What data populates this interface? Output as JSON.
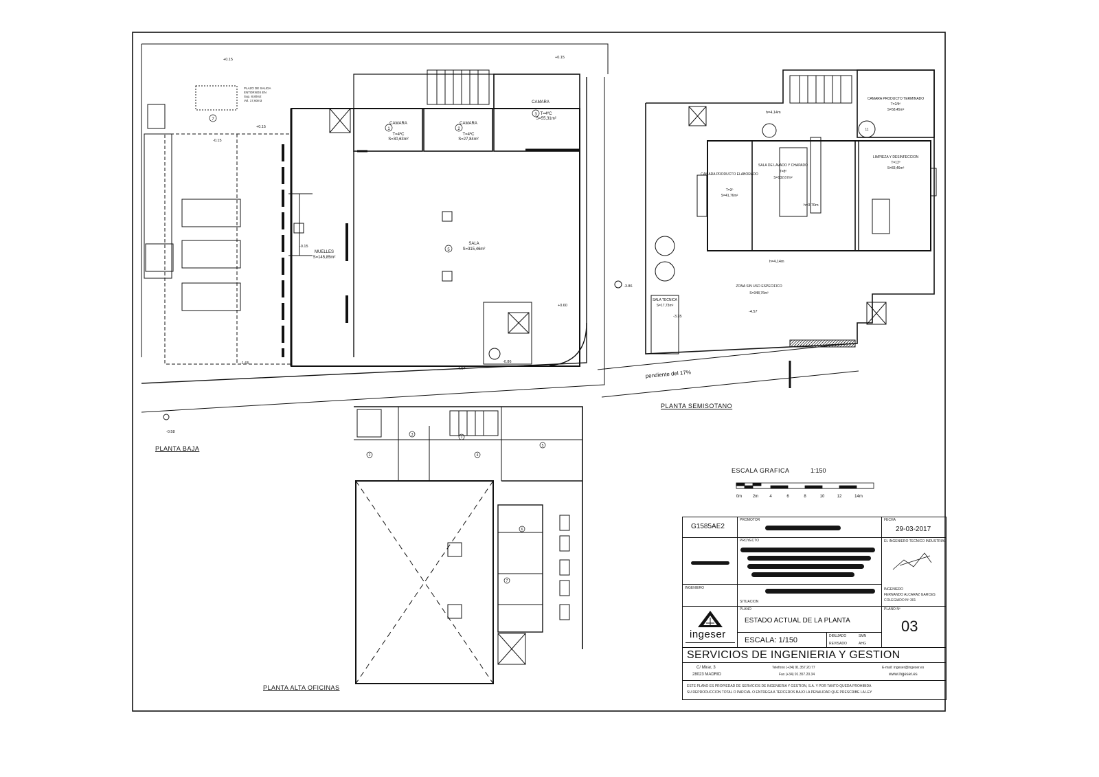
{
  "sheet": {
    "plans": {
      "ground": "PLANTA BAJA",
      "basement": "PLANTA SEMISOTANO",
      "upper": "PLANTA ALTA OFICINAS"
    },
    "ground_floor": {
      "rooms": [
        {
          "num": "1",
          "name": "CAMARA",
          "temp": "T=4ºC",
          "area": "S=30,63m²"
        },
        {
          "num": "2",
          "name": "CAMARA",
          "temp": "T=4ºC",
          "area": "S=27,84m²"
        },
        {
          "num": "3",
          "name": "CAMARA",
          "temp": "T=4ºC",
          "area": "S=55,31m²"
        },
        {
          "num": "5",
          "name": "SALA",
          "temp": "",
          "area": "S=315,46m²"
        },
        {
          "num": "",
          "name": "MUELLES",
          "temp": "",
          "area": "S=145,85m²"
        },
        {
          "num": "7",
          "name": "",
          "temp": "",
          "area": ""
        }
      ],
      "levels": [
        "+0.15",
        "-0.15",
        "+0.15",
        "-1.65",
        "-0.15",
        "+0.15",
        "-4.57",
        "-0.86",
        "+0.60",
        "-0.58"
      ],
      "notes": [
        "PLAZO DE SALIDA",
        "ENTORNOS EN",
        "Sup. 8,80m2",
        "Vol. 17,60m3"
      ]
    },
    "basement_floor": {
      "rooms": [
        {
          "num": "",
          "name": "CAMARA PRODUCTO ELABORADO",
          "temp": "T=3º",
          "area": "S=41,76m²"
        },
        {
          "num": "",
          "name": "SALA DE LAVADO Y CHAPADO",
          "temp": "T=8º",
          "area": "S=132,67m²"
        },
        {
          "num": "",
          "name": "CAMARA PRODUCTO TERMINADO",
          "temp": "T=2/4º",
          "area": "S=58,45m²"
        },
        {
          "num": "",
          "name": "LIMPIEZA Y DESINFECCION",
          "temp": "T=12º",
          "area": "S=83,46m²"
        },
        {
          "num": "11",
          "name": "",
          "temp": "",
          "area": ""
        },
        {
          "num": "",
          "name": "ZONA SIN USO ESPECIFICO",
          "temp": "",
          "area": "S=348,76m²"
        },
        {
          "num": "",
          "name": "SALA TECNICA",
          "temp": "",
          "area": "S=17,73m²"
        }
      ],
      "levels": [
        "-4.57",
        "-3.86",
        "-3.35"
      ],
      "ramp": "pendiente del 17%",
      "heights": [
        "h=4,14m",
        "h=4,14m",
        "h=3,70m"
      ]
    },
    "upper_floor": {
      "room_numbers": [
        "1",
        "2",
        "3",
        "4",
        "5",
        "6",
        "7"
      ]
    },
    "scale": {
      "title": "ESCALA GRAFICA",
      "ratio": "1:150",
      "ticks": [
        "0m",
        "2m",
        "4",
        "6",
        "8",
        "10",
        "12",
        "14m"
      ]
    },
    "title_block": {
      "code": "G1585AE2",
      "fields": {
        "promotor": "PROMOTOR",
        "proyecto": "PROYECTO",
        "situacion": "SITUACION",
        "ingeniero": "INGENIERO",
        "fecha": "FECHA",
        "plano_label": "PLANO",
        "plano_num_label": "PLANO Nº",
        "dibujado": "DIBUJADO",
        "revisado": "REVISADO",
        "dibujado_val": "SMN",
        "revisado_val": "AHG"
      },
      "date": "29-03-2017",
      "engineer_title": "EL INGENIERO TECNICO INDUSTRIAL",
      "engineer_name": "FERNANDO ALCARAZ GARCES",
      "engineer_reg": "COLEGIADO Nº 301",
      "plan_title": "ESTADO ACTUAL DE LA PLANTA",
      "plan_number": "03",
      "scale": "ESCALA: 1/150",
      "company_logo": "ingeser",
      "company": "SERVICIOS DE INGENIERIA Y GESTION",
      "address_street": "C/ Mirar, 3",
      "address_city": "28023 MADRID",
      "phone": "Telefono (+34) 91.357.20.77",
      "fax": "Fax (+34) 91.357.20.34",
      "email": "E-mail: ingeser@ingeser.es",
      "web": "www.ingeser.es",
      "disclaimer_1": "ESTE PLANO ES PROPIEDAD DE SERVICIOS DE INGENIERIA Y GESTION, S.A. Y POR TANTO QUEDA PROHIBIDA",
      "disclaimer_2": "SU REPRODUCCION TOTAL O PARCIAL O ENTREGA A TERCEROS BAJO LA PENALIDAD QUE PRESCRIBE LA LEY"
    }
  }
}
